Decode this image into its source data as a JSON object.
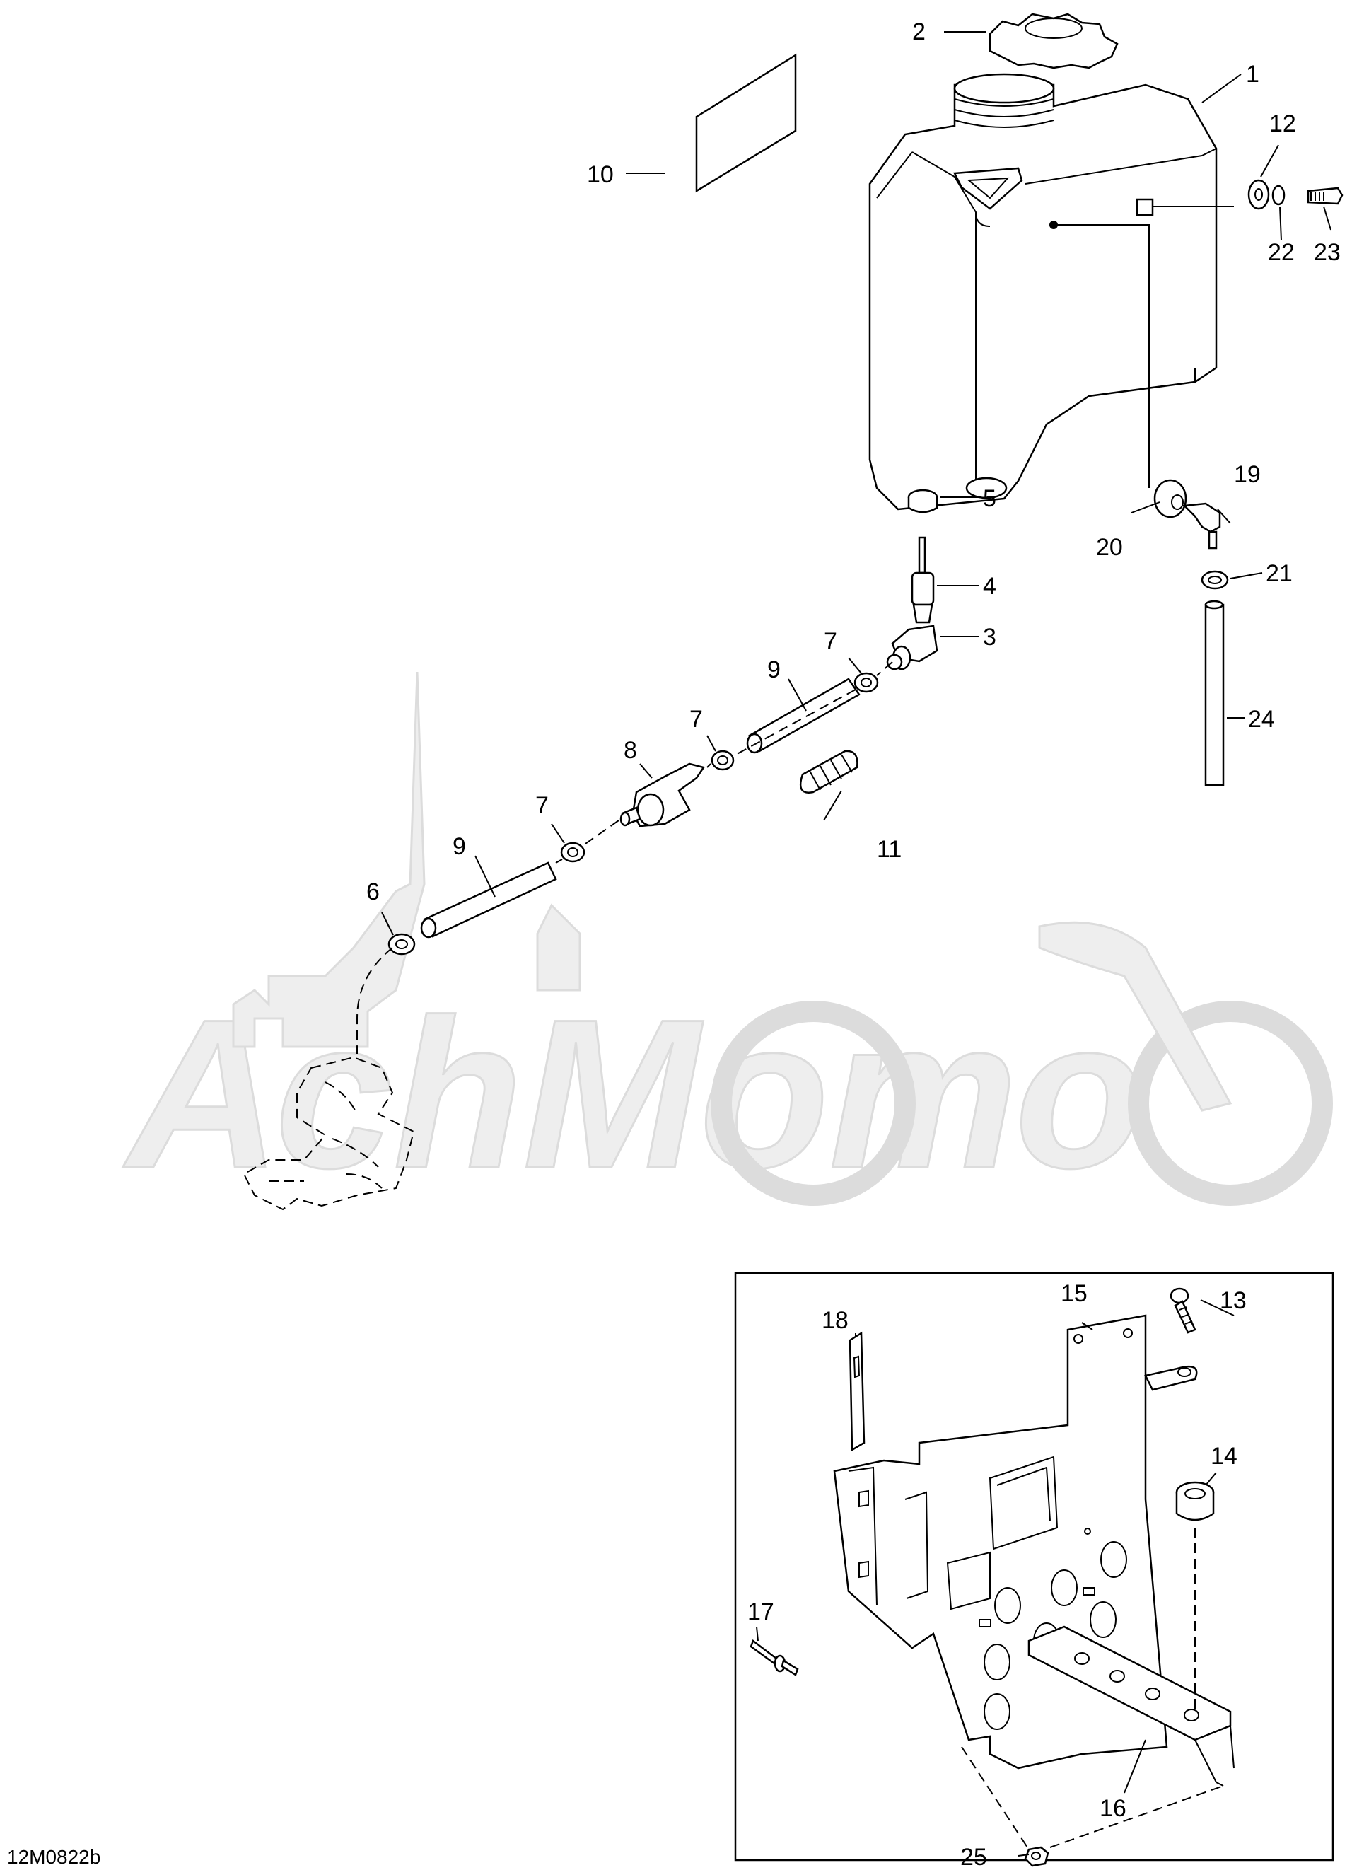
{
  "watermark": "АсhMoто",
  "drawing_code": "12M0822b",
  "callouts": [
    "1",
    "2",
    "3",
    "4",
    "5",
    "6",
    "7",
    "7",
    "7",
    "8",
    "9",
    "9",
    "10",
    "11",
    "12",
    "13",
    "14",
    "15",
    "16",
    "17",
    "18",
    "19",
    "20",
    "21",
    "22",
    "23",
    "24",
    "25"
  ]
}
